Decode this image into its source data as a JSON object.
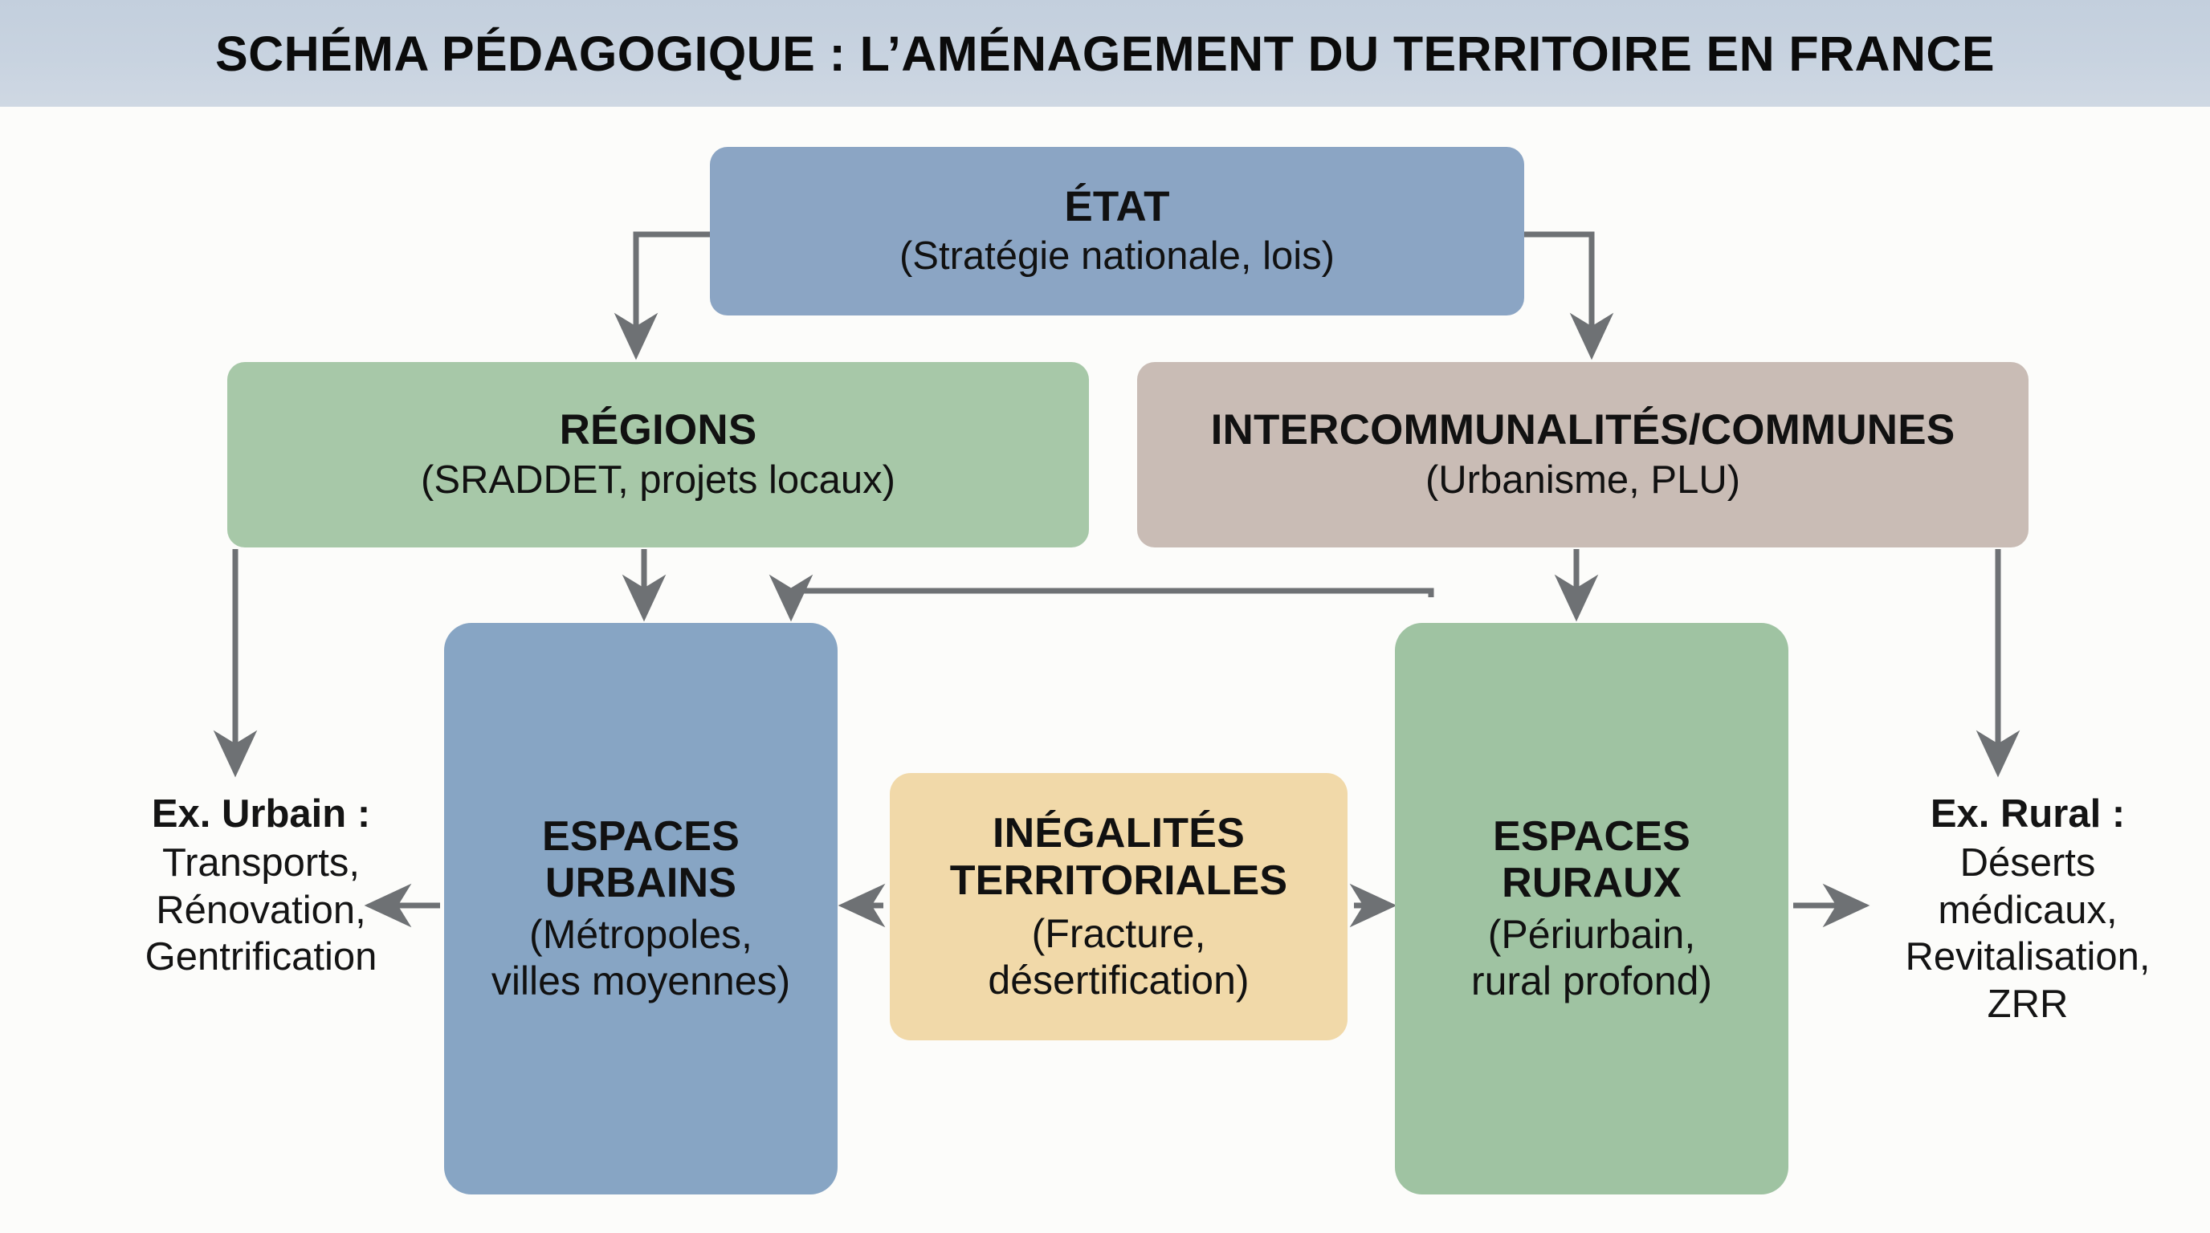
{
  "header": {
    "title": "SCHÉMA PÉDAGOGIQUE : L’AMÉNAGEMENT DU TERRITOIRE EN FRANCE",
    "background_color": "#c8d3e0"
  },
  "diagram": {
    "type": "hierarchy-flowchart",
    "background_color": "#fcfcfa",
    "connector_color": "#6e7174",
    "nodes": [
      {
        "id": "etat",
        "title": "ÉTAT",
        "subtitle": "(Stratégie nationale, lois)",
        "color": "#8ba5c4",
        "level": 1
      },
      {
        "id": "regions",
        "title": "RÉGIONS",
        "subtitle": "(SRADDET, projets locaux)",
        "color": "#a7c8a8",
        "level": 2
      },
      {
        "id": "interco",
        "title": "INTERCOMMUNALITÉS/COMMUNES",
        "subtitle": "(Urbanisme, PLU)",
        "color": "#c9bcb5",
        "level": 2
      },
      {
        "id": "urbains",
        "title_line1": "ESPACES",
        "title_line2": "URBAINS",
        "subtitle_line1": "(Métropoles,",
        "subtitle_line2": "villes moyennes)",
        "color": "#87a5c4",
        "level": 3
      },
      {
        "id": "inegalites",
        "title_line1": "INÉGALITÉS",
        "title_line2": "TERRITORIALES",
        "subtitle_line1": "(Fracture,",
        "subtitle_line2": "désertification)",
        "color": "#f1d9a9",
        "level": 3
      },
      {
        "id": "ruraux",
        "title_line1": "ESPACES",
        "title_line2": "RURAUX",
        "subtitle_line1": "(Périurbain,",
        "subtitle_line2": "rural profond)",
        "color": "#9fc3a2",
        "level": 3
      }
    ],
    "side_labels": [
      {
        "id": "ex-urbain",
        "lead": "Ex. Urbain :",
        "line1": "Transports,",
        "line2": "Rénovation,",
        "line3": "Gentrification"
      },
      {
        "id": "ex-rural",
        "lead": "Ex. Rural :",
        "line1": "Déserts",
        "line2": "médicaux,",
        "line3": "Revitalisation,",
        "line4": "ZRR"
      }
    ],
    "edges": [
      {
        "from": "etat",
        "to": "regions",
        "style": "elbow-down-arrow"
      },
      {
        "from": "etat",
        "to": "interco",
        "style": "elbow-down-arrow"
      },
      {
        "from": "regions",
        "to": "urbains",
        "style": "straight-down-arrow"
      },
      {
        "from": "regions",
        "to": "ex-urbain",
        "style": "straight-down-arrow"
      },
      {
        "from": "interco",
        "to": "ruraux",
        "style": "straight-down-arrow"
      },
      {
        "from": "interco",
        "to": "ex-rural",
        "style": "straight-down-arrow"
      },
      {
        "from": "ruraux",
        "to": "urbains",
        "style": "elbow-over-arrow"
      },
      {
        "from": "inegalites",
        "to": "urbains",
        "style": "left-arrow"
      },
      {
        "from": "inegalites",
        "to": "ruraux",
        "style": "right-arrow"
      },
      {
        "from": "urbains",
        "to": "ex-urbain",
        "style": "left-arrow"
      },
      {
        "from": "ruraux",
        "to": "ex-rural",
        "style": "right-arrow"
      }
    ]
  }
}
